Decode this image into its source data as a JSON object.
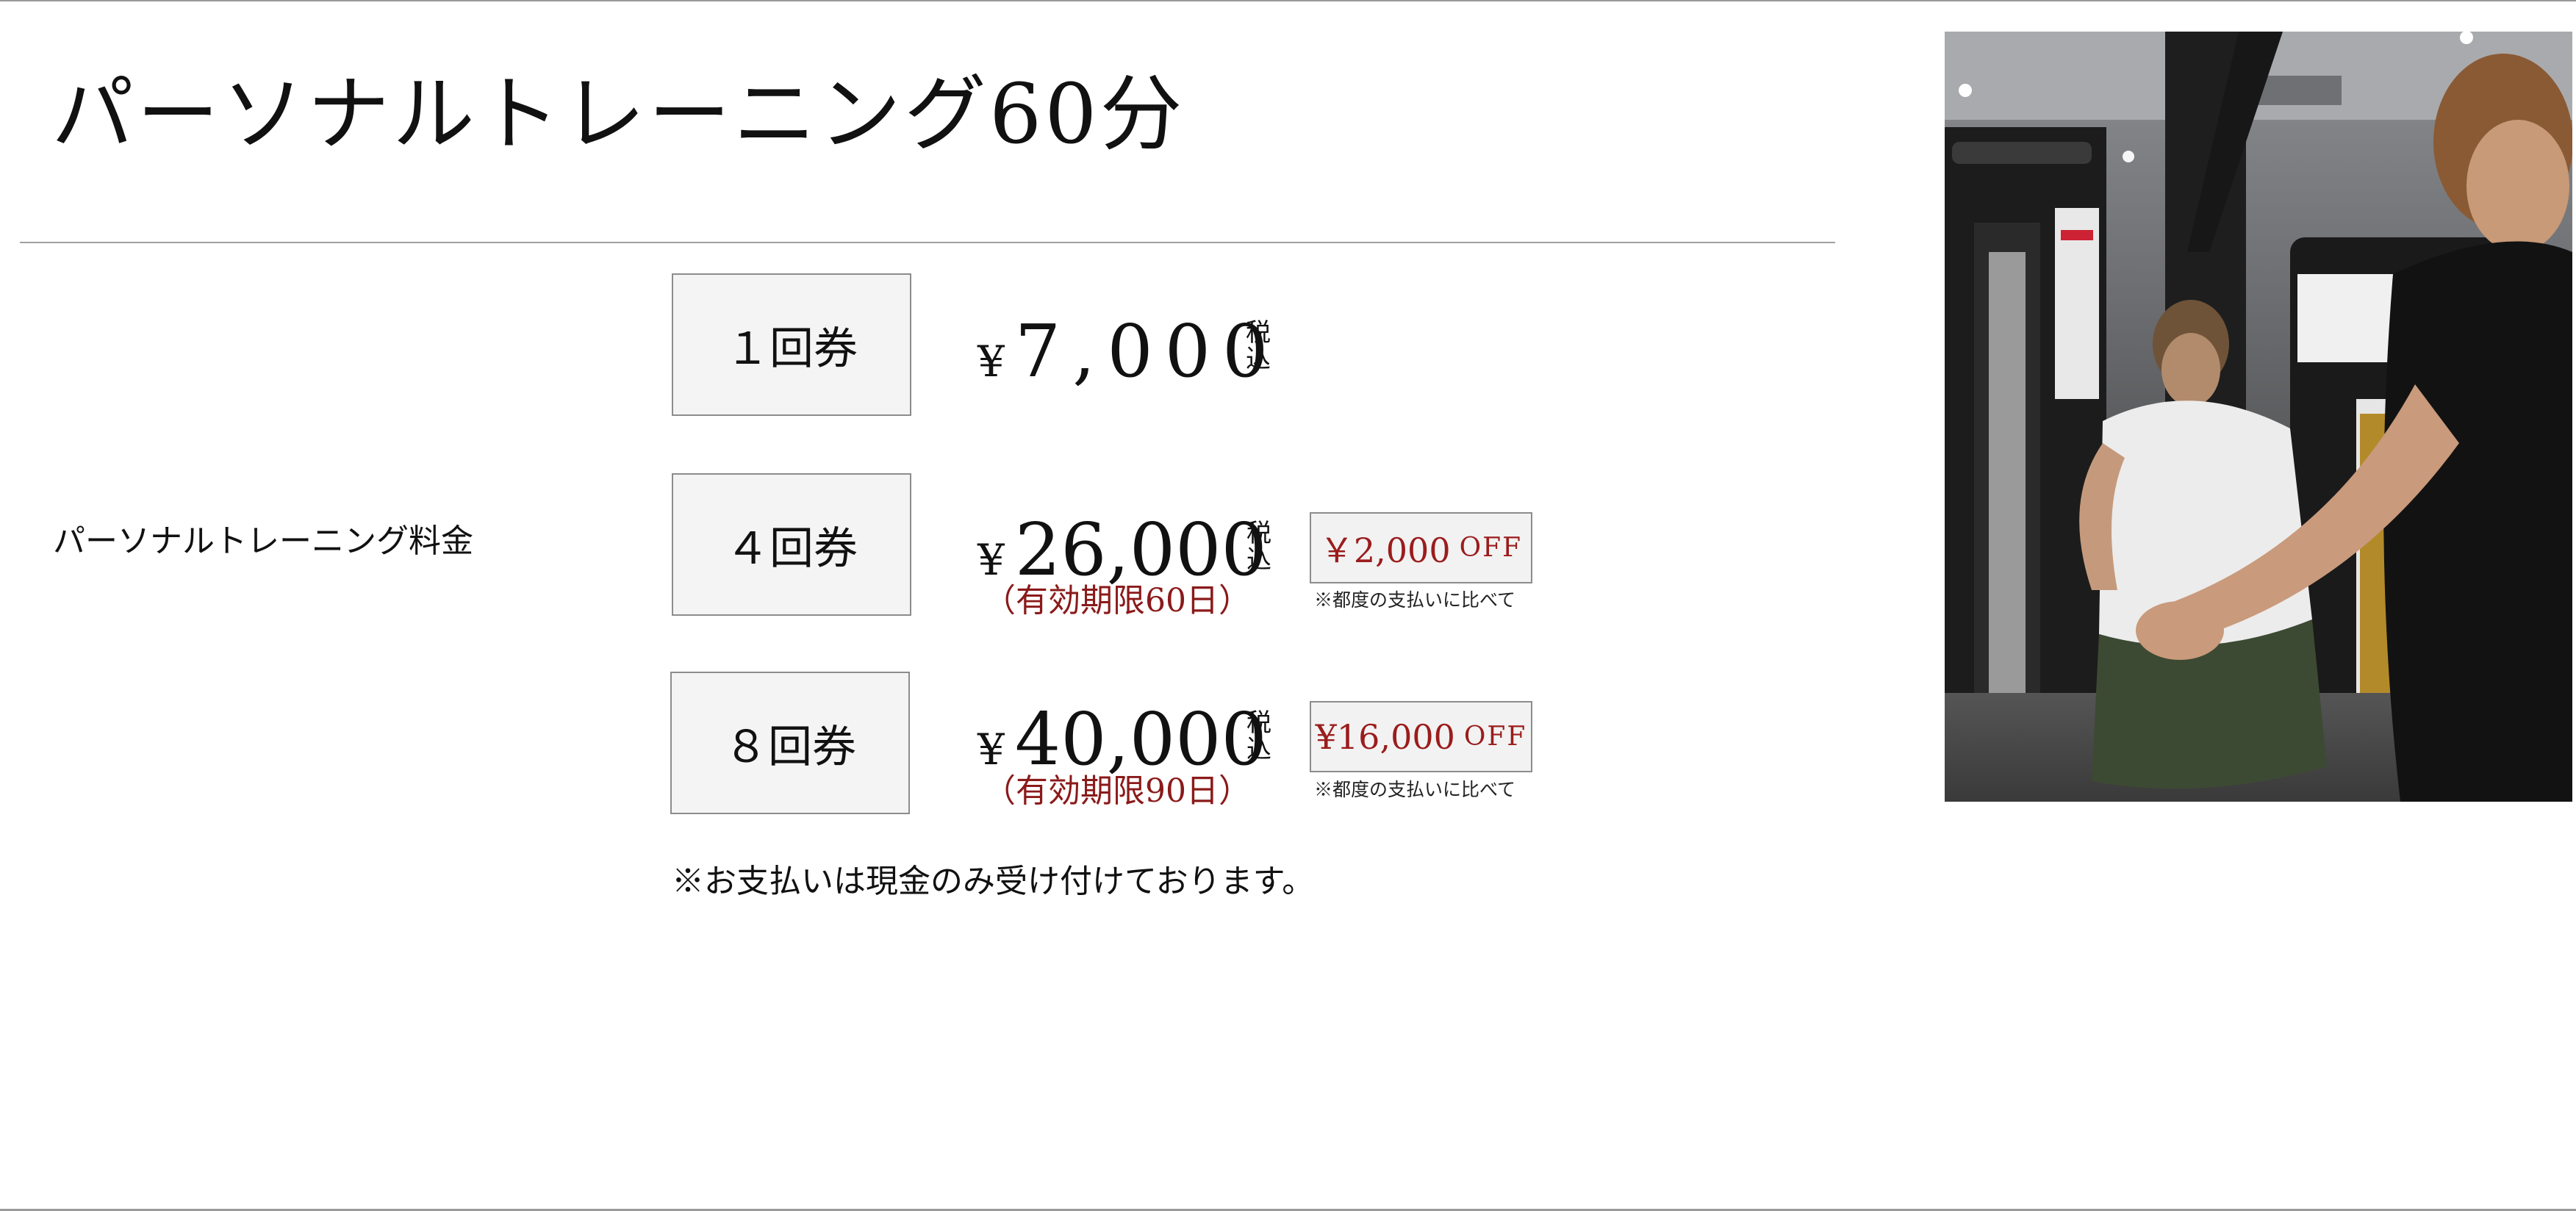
{
  "page": {
    "title": "パーソナルトレーニング60分",
    "row_label": "パーソナルトレーニング料金",
    "tax_label": "税込",
    "yen_symbol": "¥",
    "compare_note": "※都度の支払いに比べて",
    "payment_note": "※お支払いは現金のみ受け付けております。"
  },
  "plans": [
    {
      "ticket": "１回券",
      "price": "7,000"
    },
    {
      "ticket": "４回券",
      "price": "26,000",
      "validity": "（有効期限60日）",
      "discount": "￥2,000",
      "off_label": "OFF"
    },
    {
      "ticket": "８回券",
      "price": "40,000",
      "validity": "（有効期限90日）",
      "discount": "¥16,000",
      "off_label": "OFF"
    }
  ],
  "colors": {
    "accent_red": "#9b1c1c",
    "box_bg": "#f4f4f4",
    "box_border": "#8c8c8c"
  },
  "photo": {
    "icon": "gym-trainer-photo"
  }
}
